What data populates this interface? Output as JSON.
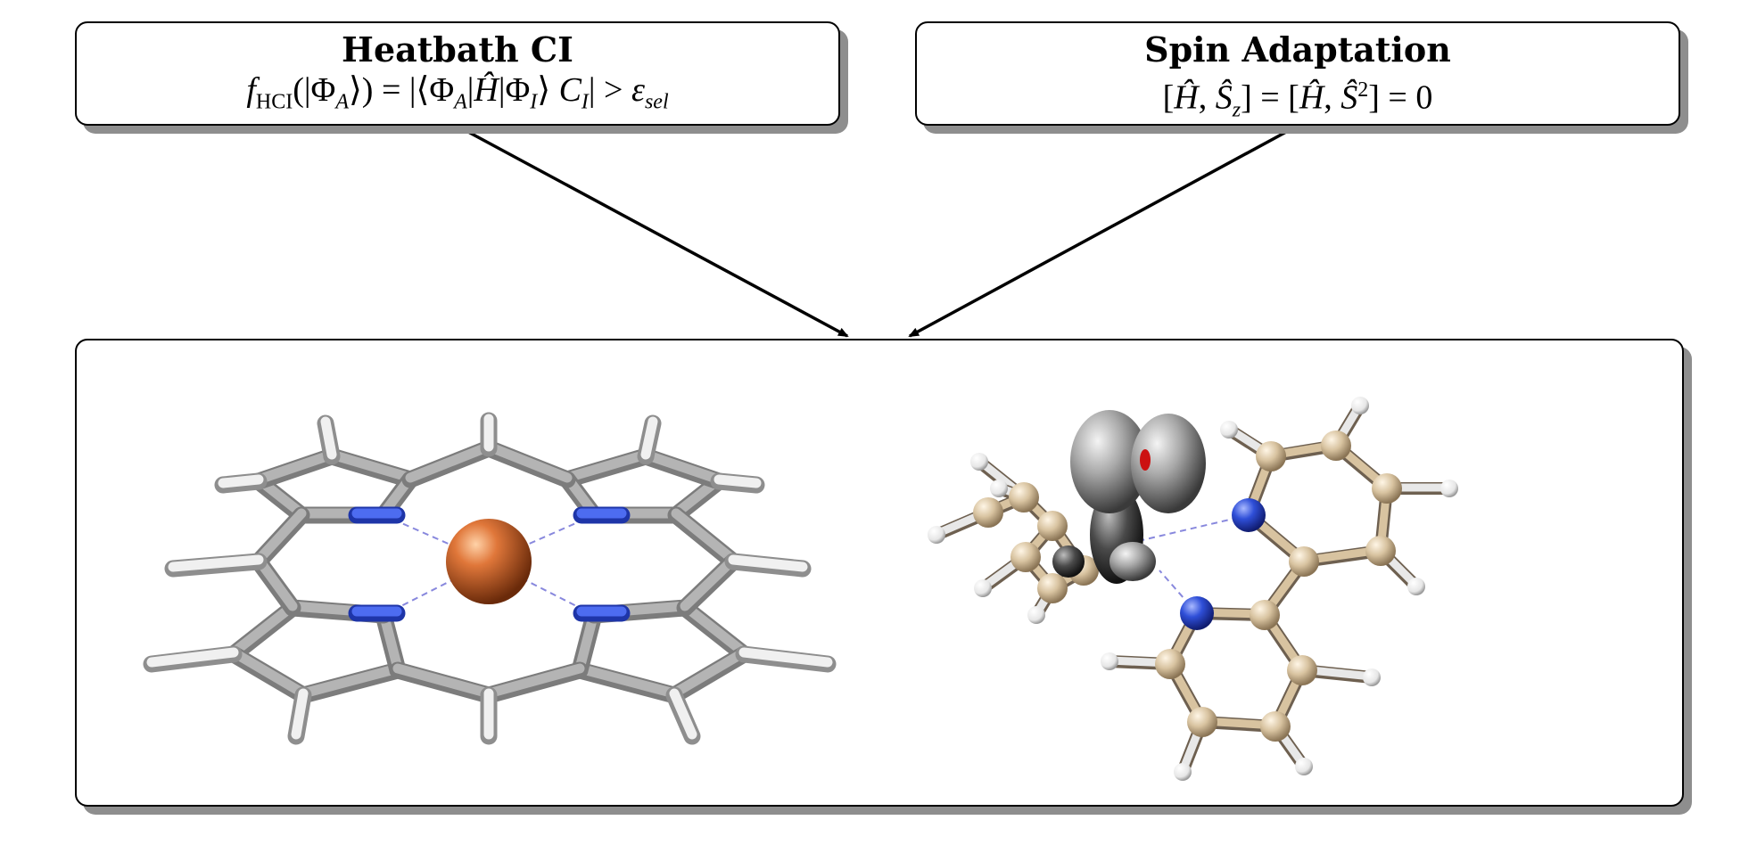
{
  "diagram": {
    "left_box": {
      "title": "Heatbath CI",
      "formula": "f_HCI(|Φ_A⟩) = |⟨Φ_A|Ĥ|Φ_I⟩ C_I| > ε_sel"
    },
    "right_box": {
      "title": "Spin Adaptation",
      "formula": "[Ĥ, Ŝ_z] = [Ĥ, Ŝ²] = 0"
    },
    "molecules": {
      "left": "porphyrin-metal-complex",
      "right": "bipyridine-complex-with-orbital"
    },
    "colors": {
      "carbon_gray": "#9a9a9a",
      "carbon_tan": "#d8c3a0",
      "nitrogen": "#2f4fd8",
      "hydrogen": "#f2f2f2",
      "metal": "#d8622a",
      "oxygen": "#cc1111",
      "orbital": "#9c9c9c",
      "h_bond": "#8888dd"
    }
  }
}
